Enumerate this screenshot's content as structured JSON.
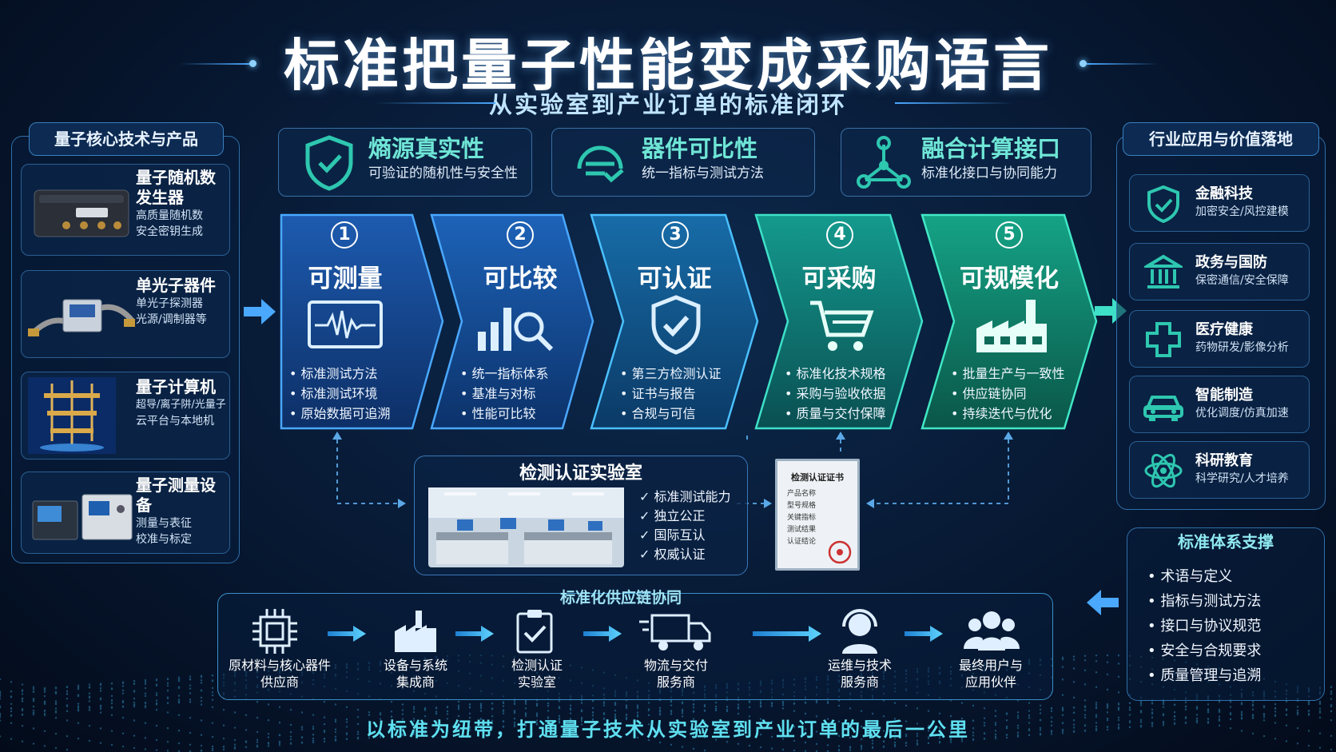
{
  "title": "标准把量子性能变成采购语言",
  "subtitle": "从实验室到产业订单的标准闭环",
  "left_panel": {
    "header": "量子核心技术与产品",
    "items": [
      {
        "name": "量子随机数发生器",
        "desc1": "高质量随机数",
        "desc2": "安全密钥生成"
      },
      {
        "name": "单光子器件",
        "desc1": "单光子探测器",
        "desc2": "光源/调制器等"
      },
      {
        "name": "量子计算机",
        "desc1": "超导/离子阱/光量子",
        "desc2": "云平台与本地机"
      },
      {
        "name": "量子测量设备",
        "desc1": "测量与表征",
        "desc2": "校准与标定"
      }
    ]
  },
  "features": [
    {
      "title": "熵源真实性",
      "desc": "可验证的随机性与安全性",
      "icon": "shield-icon"
    },
    {
      "title": "器件可比性",
      "desc": "统一指标与测试方法",
      "icon": "compare-gauge-icon"
    },
    {
      "title": "融合计算接口",
      "desc": "标准化接口与协同能力",
      "icon": "network-nodes-icon"
    }
  ],
  "steps": [
    {
      "num": "1",
      "title": "可测量",
      "icon": "oscilloscope-icon",
      "items": [
        "标准测试方法",
        "标准测试环境",
        "原始数据可追溯"
      ],
      "color": "#1a4f9a"
    },
    {
      "num": "2",
      "title": "可比较",
      "icon": "bar-chart-search-icon",
      "items": [
        "统一指标体系",
        "基准与对标",
        "性能可比较"
      ],
      "color": "#17559c"
    },
    {
      "num": "3",
      "title": "可认证",
      "icon": "shield-check-icon",
      "items": [
        "第三方检测认证",
        "证书与报告",
        "合规与可信"
      ],
      "color": "#14659c"
    },
    {
      "num": "4",
      "title": "可采购",
      "icon": "shopping-cart-icon",
      "items": [
        "标准化技术规格",
        "采购与验收依据",
        "质量与交付保障"
      ],
      "color": "#128884"
    },
    {
      "num": "5",
      "title": "可规模化",
      "icon": "factory-icon",
      "items": [
        "批量生产与一致性",
        "供应链协同",
        "持续迭代与优化"
      ],
      "color": "#12907a"
    }
  ],
  "lab": {
    "title": "检测认证实验室",
    "checks": [
      "标准测试能力",
      "独立公正",
      "国际互认",
      "权威认证"
    ]
  },
  "certificate": {
    "title": "检测认证证书",
    "lines": [
      "产品名称",
      "型号规格",
      "关键指标",
      "测试结果",
      "认证结论"
    ]
  },
  "right_panel": {
    "header": "行业应用与价值落地",
    "items": [
      {
        "name": "金融科技",
        "desc": "加密安全/风控建模",
        "icon": "shield-icon"
      },
      {
        "name": "政务与国防",
        "desc": "保密通信/安全保障",
        "icon": "government-building-icon"
      },
      {
        "name": "医疗健康",
        "desc": "药物研发/影像分析",
        "icon": "medical-cross-icon"
      },
      {
        "name": "智能制造",
        "desc": "优化调度/仿真加速",
        "icon": "car-icon"
      },
      {
        "name": "科研教育",
        "desc": "科学研究/人才培养",
        "icon": "atom-icon"
      }
    ]
  },
  "standards": {
    "header": "标准体系支撑",
    "items": [
      "术语与定义",
      "指标与测试方法",
      "接口与协议规范",
      "安全与合规要求",
      "质量管理与追溯"
    ]
  },
  "supply_chain": {
    "header": "标准化供应链协同",
    "nodes": [
      {
        "l1": "原材料与核心器件",
        "l2": "供应商",
        "icon": "chip-icon"
      },
      {
        "l1": "设备与系统",
        "l2": "集成商",
        "icon": "factory-icon"
      },
      {
        "l1": "检测认证",
        "l2": "实验室",
        "icon": "clipboard-check-icon"
      },
      {
        "l1": "物流与交付",
        "l2": "服务商",
        "icon": "truck-icon"
      },
      {
        "l1": "运维与技术",
        "l2": "服务商",
        "icon": "headset-support-icon"
      },
      {
        "l1": "最终用户与",
        "l2": "应用伙伴",
        "icon": "users-group-icon"
      }
    ]
  },
  "footer": "以标准为纽带，打通量子技术从实验室到产业订单的最后一公里",
  "colors": {
    "accent": "#4aa8ff",
    "teal": "#18b59a",
    "panel_border": "#2f6fa8",
    "background": "#071832"
  }
}
